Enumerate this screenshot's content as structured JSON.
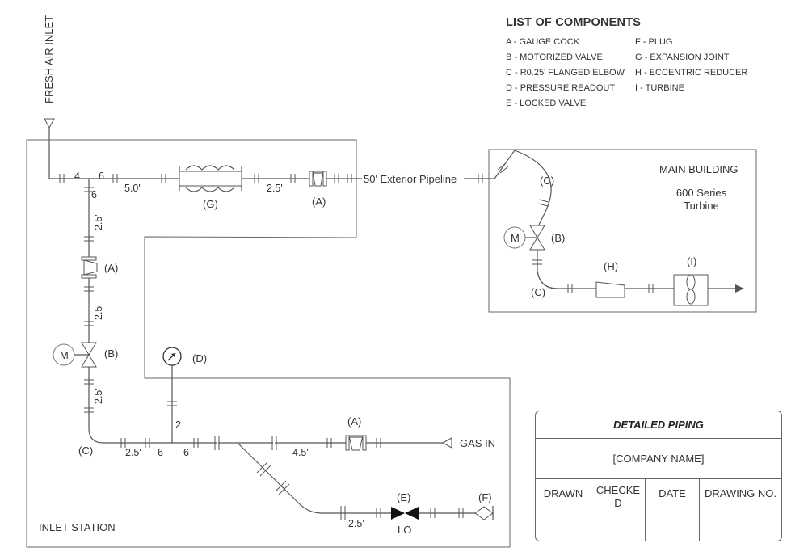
{
  "labels": {
    "fresh_air_inlet": "FRESH AIR INLET",
    "exterior_pipeline": "50' Exterior Pipeline",
    "main_building": "MAIN BUILDING",
    "turbine_line1": "600 Series",
    "turbine_line2": "Turbine",
    "inlet_station": "INLET STATION",
    "gas_in": "GAS IN",
    "locked": "LO",
    "motor": "M"
  },
  "dimensions": {
    "d_4": "4",
    "d_6a": "6",
    "d_50": "5.0'",
    "d_25_top": "2.5'",
    "d_6b": "6",
    "d_25_v1": "2.5'",
    "d_25_v2": "2.5'",
    "d_25_v3": "2.5'",
    "d_25_bottom": "2.5'",
    "d_6c": "6",
    "d_6d": "6",
    "d_2": "2",
    "d_45": "4.5'",
    "d_25_lo": "2.5'"
  },
  "tags": {
    "g_top": "(G)",
    "a_top": "(A)",
    "a_left": "(A)",
    "b_left": "(B)",
    "d_gauge": "(D)",
    "c_bottom": "(C)",
    "a_gas": "(A)",
    "e_valve": "(E)",
    "f_plug": "(F)",
    "c_mb_top": "(C)",
    "b_mb": "(B)",
    "c_mb_bottom": "(C)",
    "h_reducer": "(H)",
    "i_turbine": "(I)"
  },
  "legend": {
    "title": "LIST OF COMPONENTS",
    "left": [
      "A - GAUGE COCK",
      "B - MOTORIZED VALVE",
      "C - R0.25' FLANGED ELBOW",
      "D - PRESSURE READOUT",
      "E - LOCKED VALVE"
    ],
    "right": [
      "F - PLUG",
      "G - EXPANSION JOINT",
      "H - ECCENTRIC REDUCER",
      "I - TURBINE"
    ]
  },
  "title_block": {
    "title": "DETAILED PIPING",
    "company": "[COMPANY NAME]",
    "drawn": "DRAWN",
    "checked_line1": "CHECKE",
    "checked_line2": "D",
    "date": "DATE",
    "drawing_no": "DRAWING NO."
  }
}
